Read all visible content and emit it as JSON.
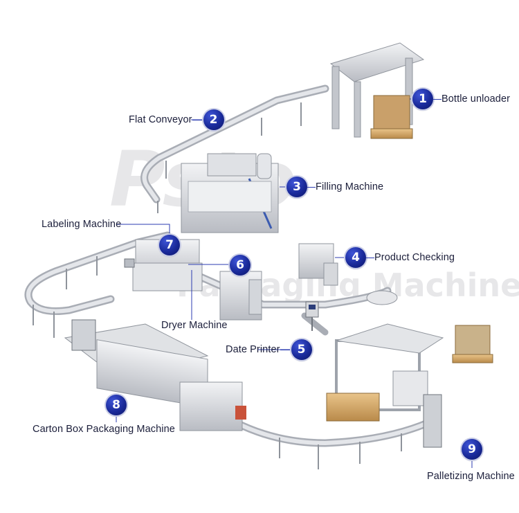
{
  "colors": {
    "badge": "#1a2a9a",
    "text": "#1b1e3a",
    "connector": "#2b3bb0",
    "machine": "#d6d8dc"
  },
  "callouts": [
    {
      "number": "1",
      "label": "Bottle unloader"
    },
    {
      "number": "2",
      "label": "Flat Conveyor"
    },
    {
      "number": "3",
      "label": "Filling Machine"
    },
    {
      "number": "4",
      "label": "Product Checking"
    },
    {
      "number": "5",
      "label": "Date Printer"
    },
    {
      "number": "6",
      "label": "Dryer Machine"
    },
    {
      "number": "7",
      "label": "Labeling Machine"
    },
    {
      "number": "8",
      "label": "Carton Box Packaging Machine"
    },
    {
      "number": "9",
      "label": "Palletizing Machine"
    }
  ],
  "watermark": {
    "big": "Psto",
    "small": "Packaging Machinery"
  }
}
